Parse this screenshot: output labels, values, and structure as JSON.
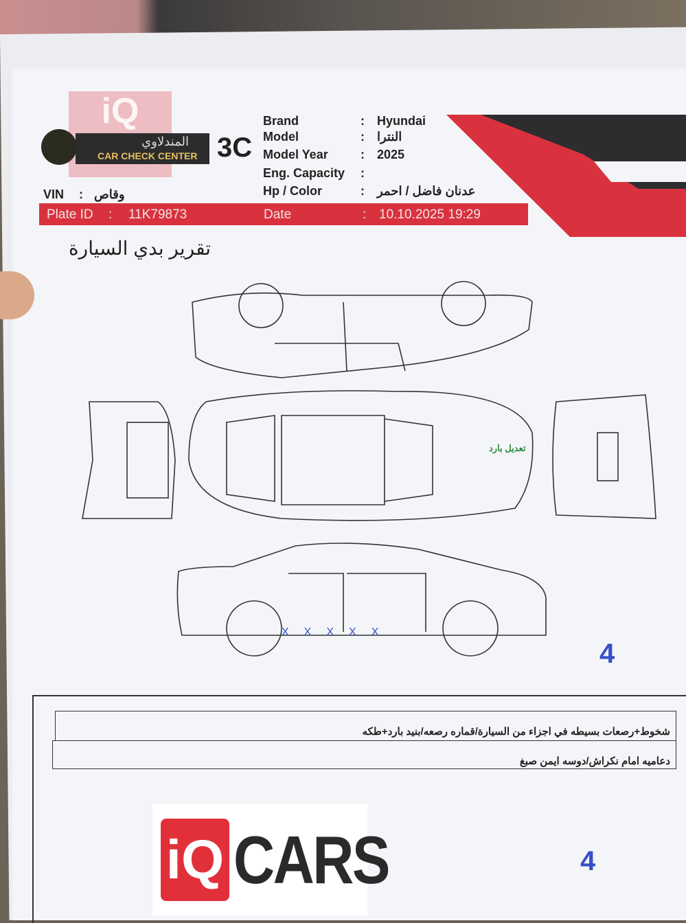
{
  "header": {
    "brand_label": "Brand",
    "brand_value": "Hyundai",
    "model_label": "Model",
    "model_value": "النترا",
    "model_year_label": "Model Year",
    "model_year_value": "2025",
    "eng_capacity_label": "Eng. Capacity",
    "eng_capacity_value": "",
    "hp_color_label": "Hp / Color",
    "hp_color_value": "عدنان فاضل / احمر",
    "vin_label": "VIN",
    "vin_value": "وقاص",
    "plate_label": "Plate ID",
    "plate_value": "11K79873",
    "date_label": "Date",
    "date_value": "10.10.2025 19:29",
    "separator": ":"
  },
  "logo": {
    "arabic": "المندلاوي",
    "english": "CAR CHECK CENTER",
    "mark": "3C"
  },
  "title": "تقرير بدي السيارة",
  "diagram": {
    "annotation": "تعديل بارد",
    "marks": [
      "X",
      "X",
      "X",
      "X",
      "X"
    ]
  },
  "stamps": [
    "4",
    "4"
  ],
  "notes": [
    "شخوط+رصعات بسيطه في اجزاء من السيارة/قماره رصعه/بنيد بارد+طكه",
    "دعاميه امام نكراش/دوسه ايمن صبغ"
  ],
  "watermarks": {
    "top": "iQ",
    "bottom_iq": "iQ",
    "bottom_text": "CARS"
  },
  "colors": {
    "accent_red": "#d9323e",
    "dark": "#2c2c2c",
    "ink_blue": "#3550c8",
    "ink_green": "#2a8a3a"
  }
}
